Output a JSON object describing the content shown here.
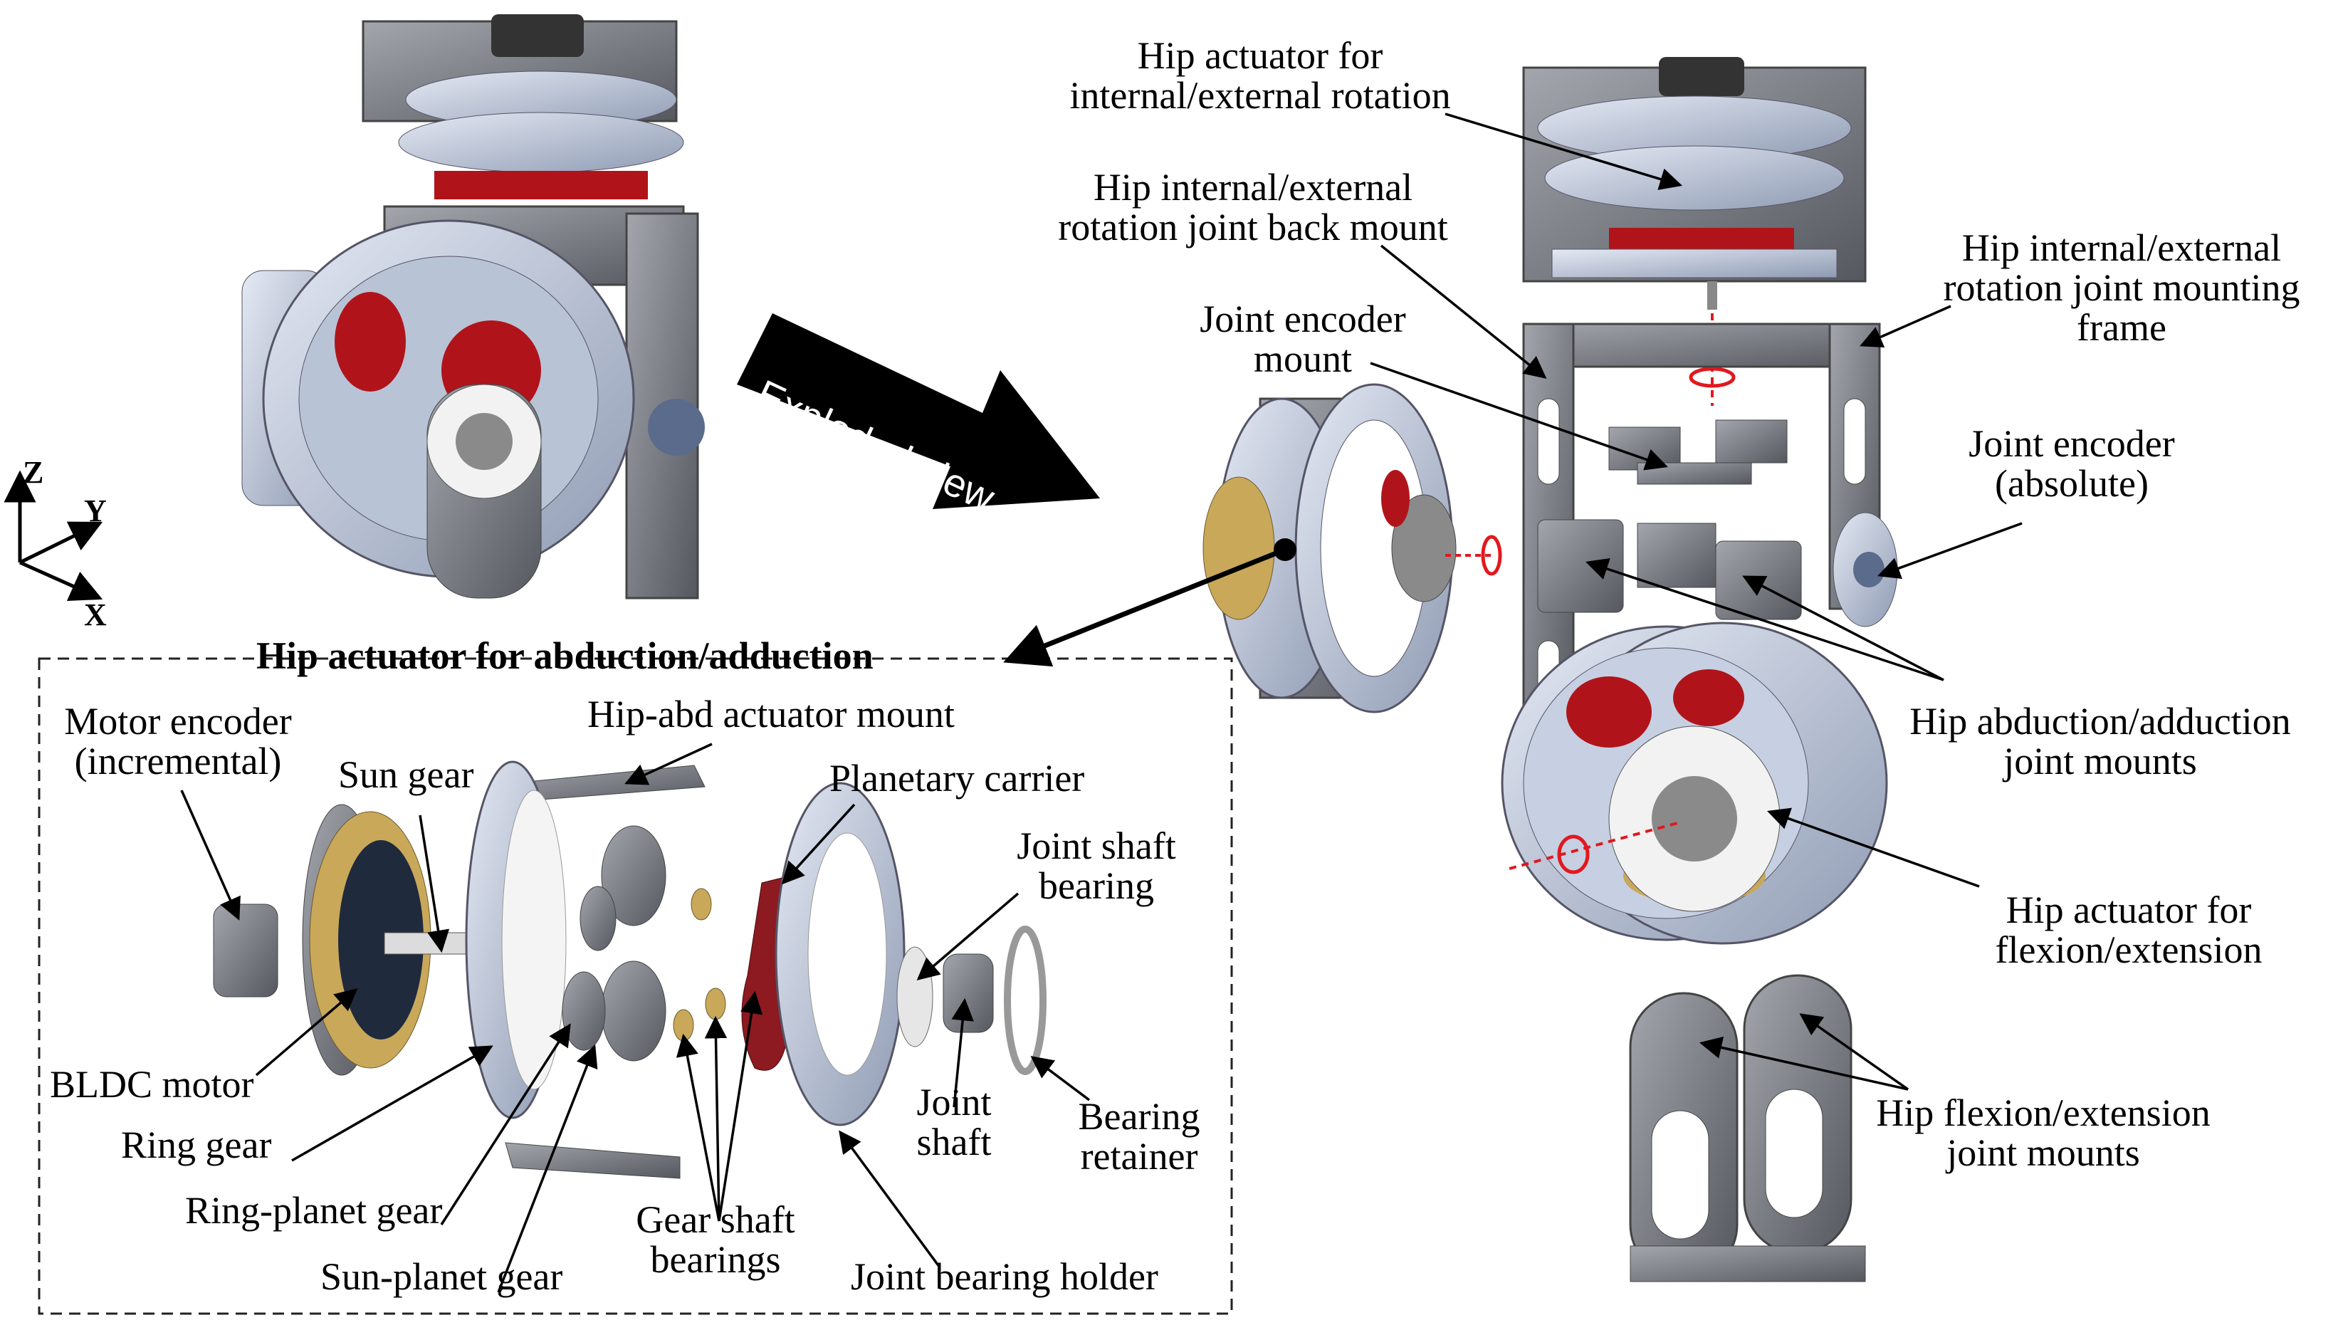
{
  "banner": {
    "text": "Exploded view"
  },
  "axes": {
    "z": "Z",
    "y": "Y",
    "x": "X"
  },
  "inset": {
    "title": "Hip actuator for abduction/adduction"
  },
  "labels": {
    "hip_int_ext_actuator": [
      "Hip actuator for",
      "internal/external rotation"
    ],
    "back_mount": [
      "Hip internal/external",
      "rotation  joint back mount"
    ],
    "mounting_frame": [
      "Hip internal/external",
      "rotation joint mounting",
      "frame"
    ],
    "joint_encoder_mount": [
      "Joint encoder",
      "mount"
    ],
    "joint_encoder_abs": [
      "Joint encoder",
      "(absolute)"
    ],
    "abd_mounts": [
      "Hip abduction/adduction",
      "joint mounts"
    ],
    "flex_actuator": [
      "Hip actuator for",
      "flexion/extension"
    ],
    "flex_mounts": [
      "Hip flexion/extension",
      "joint mounts"
    ],
    "motor_encoder": [
      "Motor encoder",
      "(incremental)"
    ],
    "sun_gear": "Sun gear",
    "actuator_mount": "Hip-abd actuator mount",
    "planetary_carrier": "Planetary carrier",
    "joint_shaft_bearing": [
      "Joint shaft",
      "bearing"
    ],
    "bldc_motor": "BLDC motor",
    "ring_gear": "Ring gear",
    "ring_planet_gear": "Ring-planet gear",
    "sun_planet_gear": "Sun-planet gear",
    "gear_shaft_bearings": [
      "Gear shaft",
      "bearings"
    ],
    "joint_shaft": [
      "Joint",
      "shaft"
    ],
    "bearing_retainer": [
      "Bearing",
      "retainer"
    ],
    "joint_bearing_holder": "Joint bearing holder"
  },
  "colors": {
    "metal_light": "#c9d3e6",
    "metal_dark": "#8e96a4",
    "frame_gray": "#7d7f86",
    "accent_red": "#b0141a",
    "brass": "#c9a85a",
    "rotation_marker": "#e0191f"
  }
}
